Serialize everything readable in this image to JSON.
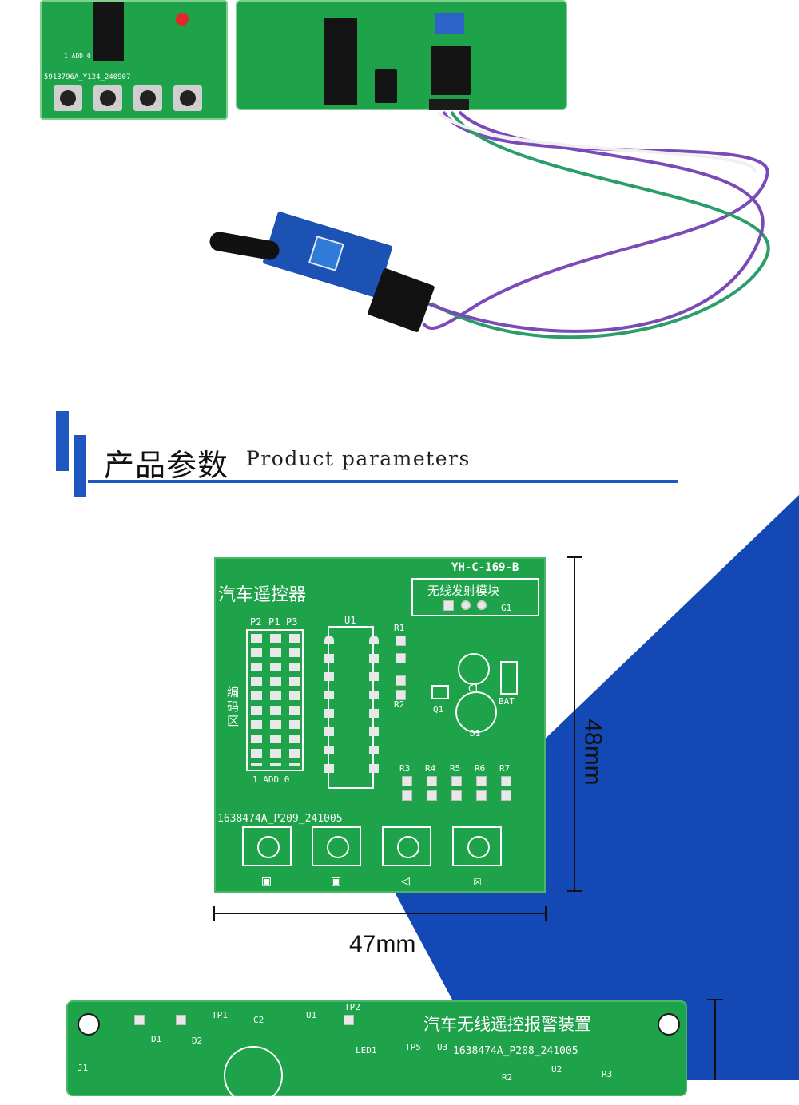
{
  "section": {
    "title_cn": "产品参数",
    "title_en": "Product parameters"
  },
  "dimensions": {
    "width": "47mm",
    "height": "48mm"
  },
  "board_main": {
    "model": "YH-C-169-B",
    "title": "汽车遥控器",
    "module": "无线发射模块",
    "serial": "1638474A_P209_241005",
    "coding_area": "编码区",
    "coding_labels": "1 ADD 0",
    "pin_headers": [
      "P2",
      "P1",
      "P3"
    ],
    "ic": "U1",
    "refs": [
      "R1",
      "R2",
      "Q1",
      "C1",
      "D1",
      "BAT",
      "G1",
      "R3",
      "R4",
      "R5",
      "R6",
      "R7"
    ]
  },
  "board_top_left": {
    "serial": "5913796A_Y124_240907",
    "coding_labels": "1 ADD 0"
  },
  "board_bottom": {
    "title": "汽车无线遥控报警装置",
    "serial": "1638474A_P208_241005",
    "refs": [
      "TP1",
      "C2",
      "U1",
      "TP2",
      "D1",
      "D2",
      "J1",
      "LED1",
      "TP5",
      "U3",
      "U2",
      "R2",
      "R3"
    ]
  },
  "colors": {
    "pcb_green": "#1ea34a",
    "accent_blue": "#1f57c0",
    "silk_white": "#ffffff",
    "wire_purple": "#7a4bb8",
    "wire_green": "#2a9d6a"
  }
}
